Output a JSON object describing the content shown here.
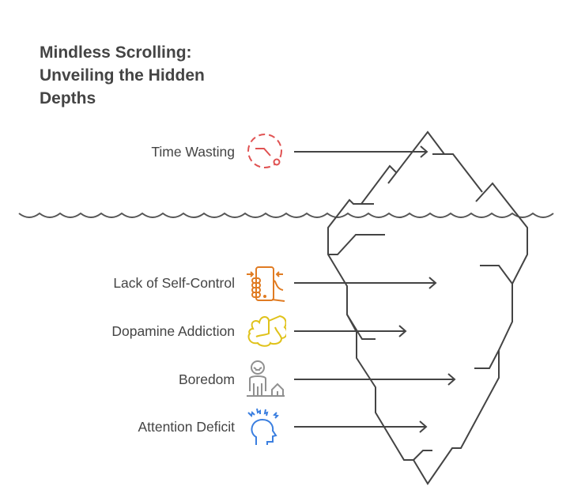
{
  "title": {
    "line1": "Mindless Scrolling:",
    "line2": "Unveiling the Hidden",
    "line3": "Depths"
  },
  "items": [
    {
      "label": "Time Wasting",
      "icon": "clock-icon",
      "color": "#e05252",
      "zone": "above-water"
    },
    {
      "label": "Lack of Self-Control",
      "icon": "hand-phone-icon",
      "color": "#e07b22",
      "zone": "below-water"
    },
    {
      "label": "Dopamine Addiction",
      "icon": "brain-icon",
      "color": "#e0c21a",
      "zone": "below-water"
    },
    {
      "label": "Boredom",
      "icon": "bored-person-icon",
      "color": "#909090",
      "zone": "below-water"
    },
    {
      "label": "Attention Deficit",
      "icon": "stressed-head-icon",
      "color": "#3b7fe0",
      "zone": "below-water"
    }
  ],
  "colors": {
    "line": "#444444",
    "text": "#444444"
  }
}
